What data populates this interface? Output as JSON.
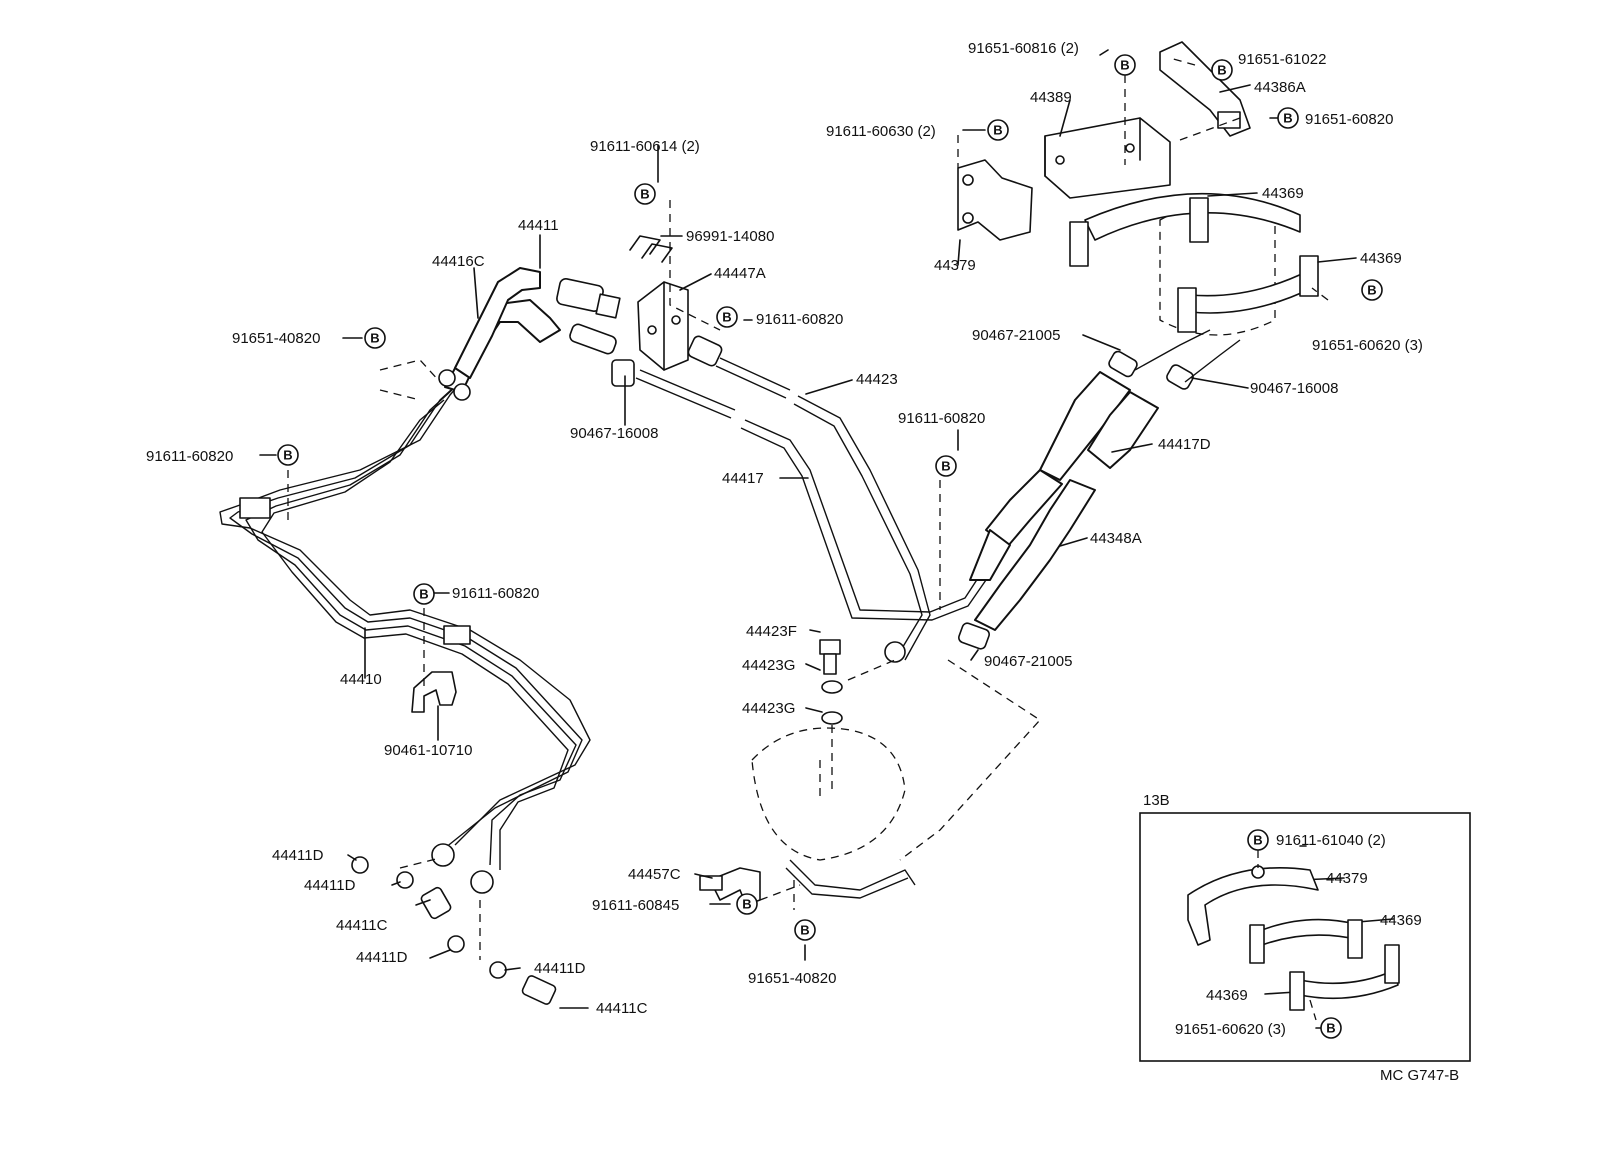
{
  "diagram": {
    "bolt_symbol": "B",
    "drawing_code": "MC G747-B",
    "inset_title": "13B",
    "labels": {
      "p91651_60816": "91651-60816 (2)",
      "p91651_61022": "91651-61022",
      "p44386A": "44386A",
      "p91651_60820_top": "91651-60820",
      "p44389": "44389",
      "p91611_60630": "91611-60630 (2)",
      "p44369_a": "44369",
      "p44369_b": "44369",
      "p91651_60620_main": "91651-60620 (3)",
      "p44379_main": "44379",
      "p91611_60614": "91611-60614 (2)",
      "p96991_14080": "96991-14080",
      "p44411": "44411",
      "p44416C": "44416C",
      "p44447A": "44447A",
      "p91611_60820_a": "91611-60820",
      "p91651_40820_left": "91651-40820",
      "p90467_21005_top": "90467-21005",
      "p90467_16008_right": "90467-16008",
      "p44423": "44423",
      "p90467_16008_left": "90467-16008",
      "p91611_60820_mid": "91611-60820",
      "p44417D": "44417D",
      "p44417": "44417",
      "p91611_60820_left": "91611-60820",
      "p44348A": "44348A",
      "p91611_60820_clamp": "91611-60820",
      "p44423F": "44423F",
      "p44423G_a": "44423G",
      "p90467_21005_bot": "90467-21005",
      "p44423G_b": "44423G",
      "p44410": "44410",
      "p90461_10710": "90461-10710",
      "p44411D_a": "44411D",
      "p44411D_b": "44411D",
      "p44411C_a": "44411C",
      "p44411D_c": "44411D",
      "p44411D_d": "44411D",
      "p44411C_b": "44411C",
      "p44457C": "44457C",
      "p91611_60845": "91611-60845",
      "p91651_40820_bot": "91651-40820",
      "inset_91611_61040": "91611-61040 (2)",
      "inset_44379": "44379",
      "inset_44369_a": "44369",
      "inset_44369_b": "44369",
      "inset_91651_60620": "91651-60620 (3)"
    }
  }
}
